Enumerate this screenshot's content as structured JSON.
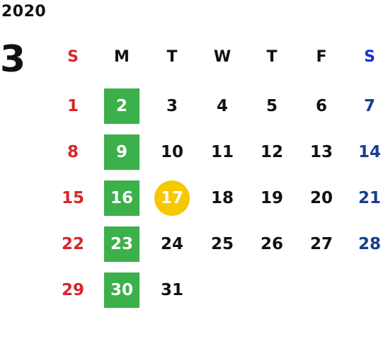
{
  "year": "2020",
  "month": "3",
  "weekdays": [
    "S",
    "M",
    "T",
    "W",
    "T",
    "F",
    "S"
  ],
  "weeks": [
    [
      "1",
      "2",
      "3",
      "4",
      "5",
      "6",
      "7"
    ],
    [
      "8",
      "9",
      "10",
      "11",
      "12",
      "13",
      "14"
    ],
    [
      "15",
      "16",
      "17",
      "18",
      "19",
      "20",
      "21"
    ],
    [
      "22",
      "23",
      "24",
      "25",
      "26",
      "27",
      "28"
    ],
    [
      "29",
      "30",
      "31",
      "",
      "",
      "",
      ""
    ]
  ],
  "today": "17",
  "colors": {
    "sunday": "#d9262a",
    "saturday": "#1a3e8e",
    "saturday_header": "#1a2fcc",
    "monday_highlight": "#3cb04a",
    "today_highlight": "#f5c800"
  }
}
